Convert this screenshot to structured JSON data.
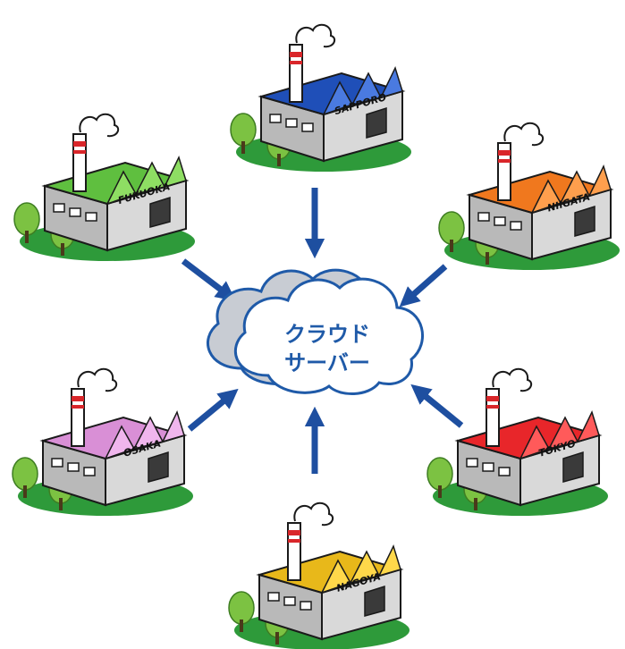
{
  "cloud": {
    "line1": "クラウド",
    "line2": "サーバー",
    "colors": {
      "outline": "#1f5aa8",
      "fill": "#ffffff",
      "shadow": "#c8ccd3"
    }
  },
  "factories": [
    {
      "id": "sapporo",
      "label": "SAPPORO",
      "roof": "#1f4fb8",
      "roof_light": "#4a7ae0"
    },
    {
      "id": "fukuoka",
      "label": "FUKUOKA",
      "roof": "#5fbf3f",
      "roof_light": "#8ede63"
    },
    {
      "id": "niigata",
      "label": "NIIGATA",
      "roof": "#f0781e",
      "roof_light": "#ff9f4d"
    },
    {
      "id": "osaka",
      "label": "OSAKA",
      "roof": "#d98fd6",
      "roof_light": "#f0b6ed"
    },
    {
      "id": "tokyo",
      "label": "TOKYO",
      "roof": "#e8262a",
      "roof_light": "#ff5a5a"
    },
    {
      "id": "nagoya",
      "label": "NAGOYA",
      "roof": "#e8b81a",
      "roof_light": "#ffd84a"
    }
  ],
  "colors": {
    "arrow": "#1e4fa0",
    "ground": "#2e9a3a",
    "tree": "#7cc242",
    "wall": "#c9c9c9",
    "outline": "#1a1a1a"
  }
}
